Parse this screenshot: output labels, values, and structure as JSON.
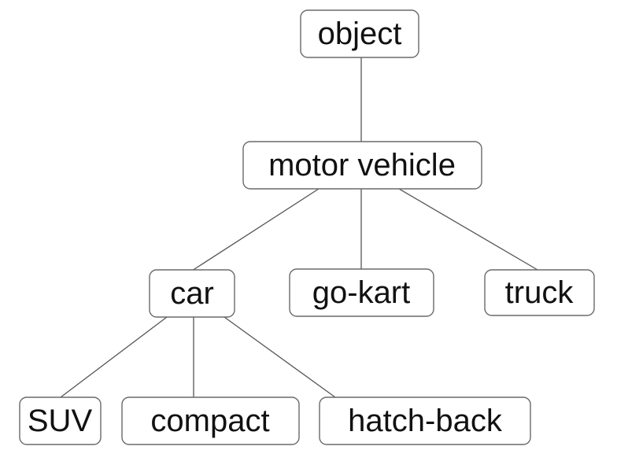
{
  "diagram": {
    "nodes": {
      "object": "object",
      "motor_vehicle": "motor vehicle",
      "car": "car",
      "go_kart": "go-kart",
      "truck": "truck",
      "suv": "SUV",
      "compact": "compact",
      "hatch_back": "hatch-back"
    },
    "colors": {
      "box_border": "#6a6a6a",
      "line": "#555555",
      "text": "#111111"
    }
  }
}
